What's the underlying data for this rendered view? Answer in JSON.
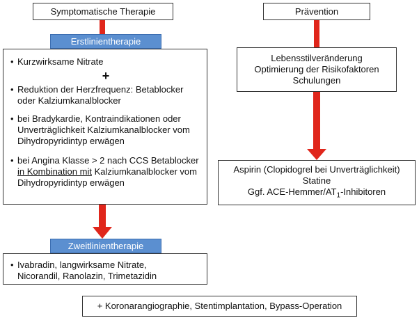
{
  "left": {
    "top_box": "Symptomatische Therapie",
    "first_line_header": "Erstlinientherapie",
    "first_line": {
      "item1": "Kurzwirksame Nitrate",
      "plus": "+",
      "item2": "Reduktion der Herzfrequenz: Betablocker oder Kalziumkanalblocker",
      "item3": "bei Bradykardie, Kontraindikationen oder Unverträglichkeit Kalziumkanalblocker vom Dihydropyridintyp erwägen",
      "item4_a": "bei Angina Klasse > 2 nach CCS Betablocker",
      "item4_underlined": "in Kombination mit",
      "item4_b": " Kalziumkanalblocker vom Dihydropyridintyp erwägen"
    },
    "second_line_header": "Zweitlinientherapie",
    "second_line": "Ivabradin, langwirksame Nitrate, Nicorandil, Ranolazin, Trimetazidin"
  },
  "right": {
    "top_box": "Prävention",
    "lifestyle": {
      "line1": "Lebensstilveränderung",
      "line2": "Optimierung der Risikofaktoren",
      "line3": "Schulungen"
    },
    "meds": {
      "line1": "Aspirin (Clopidogrel bei Unverträglichkeit)",
      "line2": "Statine",
      "line3_a": "Ggf. ACE-Hemmer/AT",
      "line3_sub": "1",
      "line3_b": "-Inhibitoren"
    }
  },
  "bottom_box": "+ Koronarangiographie, Stentimplantation, Bypass-Operation",
  "colors": {
    "arrow": "#e0261b",
    "header_fill": "#5b8fd0",
    "border": "#333333"
  }
}
